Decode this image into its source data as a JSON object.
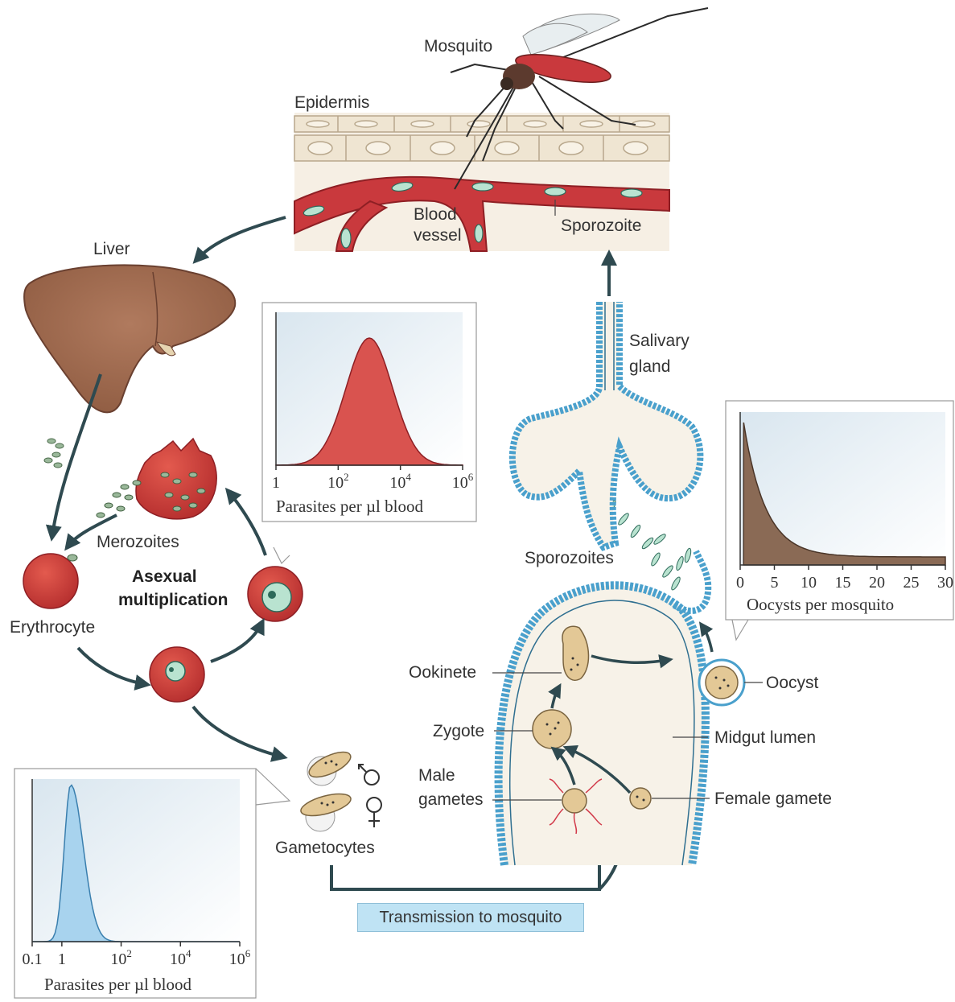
{
  "labels": {
    "mosquito": "Mosquito",
    "epidermis": "Epidermis",
    "blood_vessel_1": "Blood",
    "blood_vessel_2": "vessel",
    "sporozoite": "Sporozoite",
    "liver": "Liver",
    "salivary_gland_1": "Salivary",
    "salivary_gland_2": "gland",
    "merozoites": "Merozoites",
    "asexual_1": "Asexual",
    "asexual_2": "multiplication",
    "erythrocyte": "Erythrocyte",
    "sporozoites": "Sporozoites",
    "ookinete": "Ookinete",
    "oocyst": "Oocyst",
    "zygote": "Zygote",
    "midgut_lumen": "Midgut lumen",
    "male_gametes_1": "Male",
    "male_gametes_2": "gametes",
    "female_gamete": "Female gamete",
    "gametocytes": "Gametocytes",
    "transmission": "Transmission to mosquito"
  },
  "colors": {
    "blood_red": "#c93b3b",
    "membrane_blue": "#4aa0cc",
    "liver_brown": "#a06a4e",
    "parasite_tan": "#e3c896"
  },
  "chart_data": [
    {
      "type": "area",
      "xlabel": "Parasites per µl blood",
      "x_scale": "log",
      "x_ticks": [
        "1",
        "10^2",
        "10^4",
        "10^6"
      ],
      "x_tick_values": [
        1,
        100,
        10000,
        1000000
      ],
      "xlim": [
        1,
        1000000
      ],
      "series": [
        {
          "peak_x": 1000,
          "color": "#d9534f"
        }
      ]
    },
    {
      "type": "area",
      "xlabel": "Oocysts per mosquito",
      "x_ticks": [
        "0",
        "5",
        "10",
        "15",
        "20",
        "25",
        "30"
      ],
      "x_tick_values": [
        0,
        5,
        10,
        15,
        20,
        25,
        30
      ],
      "xlim": [
        0,
        30
      ],
      "series": [
        {
          "shape": "decaying",
          "color": "#8a6a55"
        }
      ]
    },
    {
      "type": "area",
      "xlabel": "Parasites per µl blood",
      "x_scale": "log",
      "x_ticks": [
        "0.1",
        "1",
        "10^2",
        "10^4",
        "10^6"
      ],
      "x_tick_values": [
        0.1,
        1,
        100,
        10000,
        1000000
      ],
      "xlim": [
        0.1,
        1000000
      ],
      "series": [
        {
          "peak_x": 2,
          "color": "#a8d3ee"
        }
      ]
    }
  ]
}
